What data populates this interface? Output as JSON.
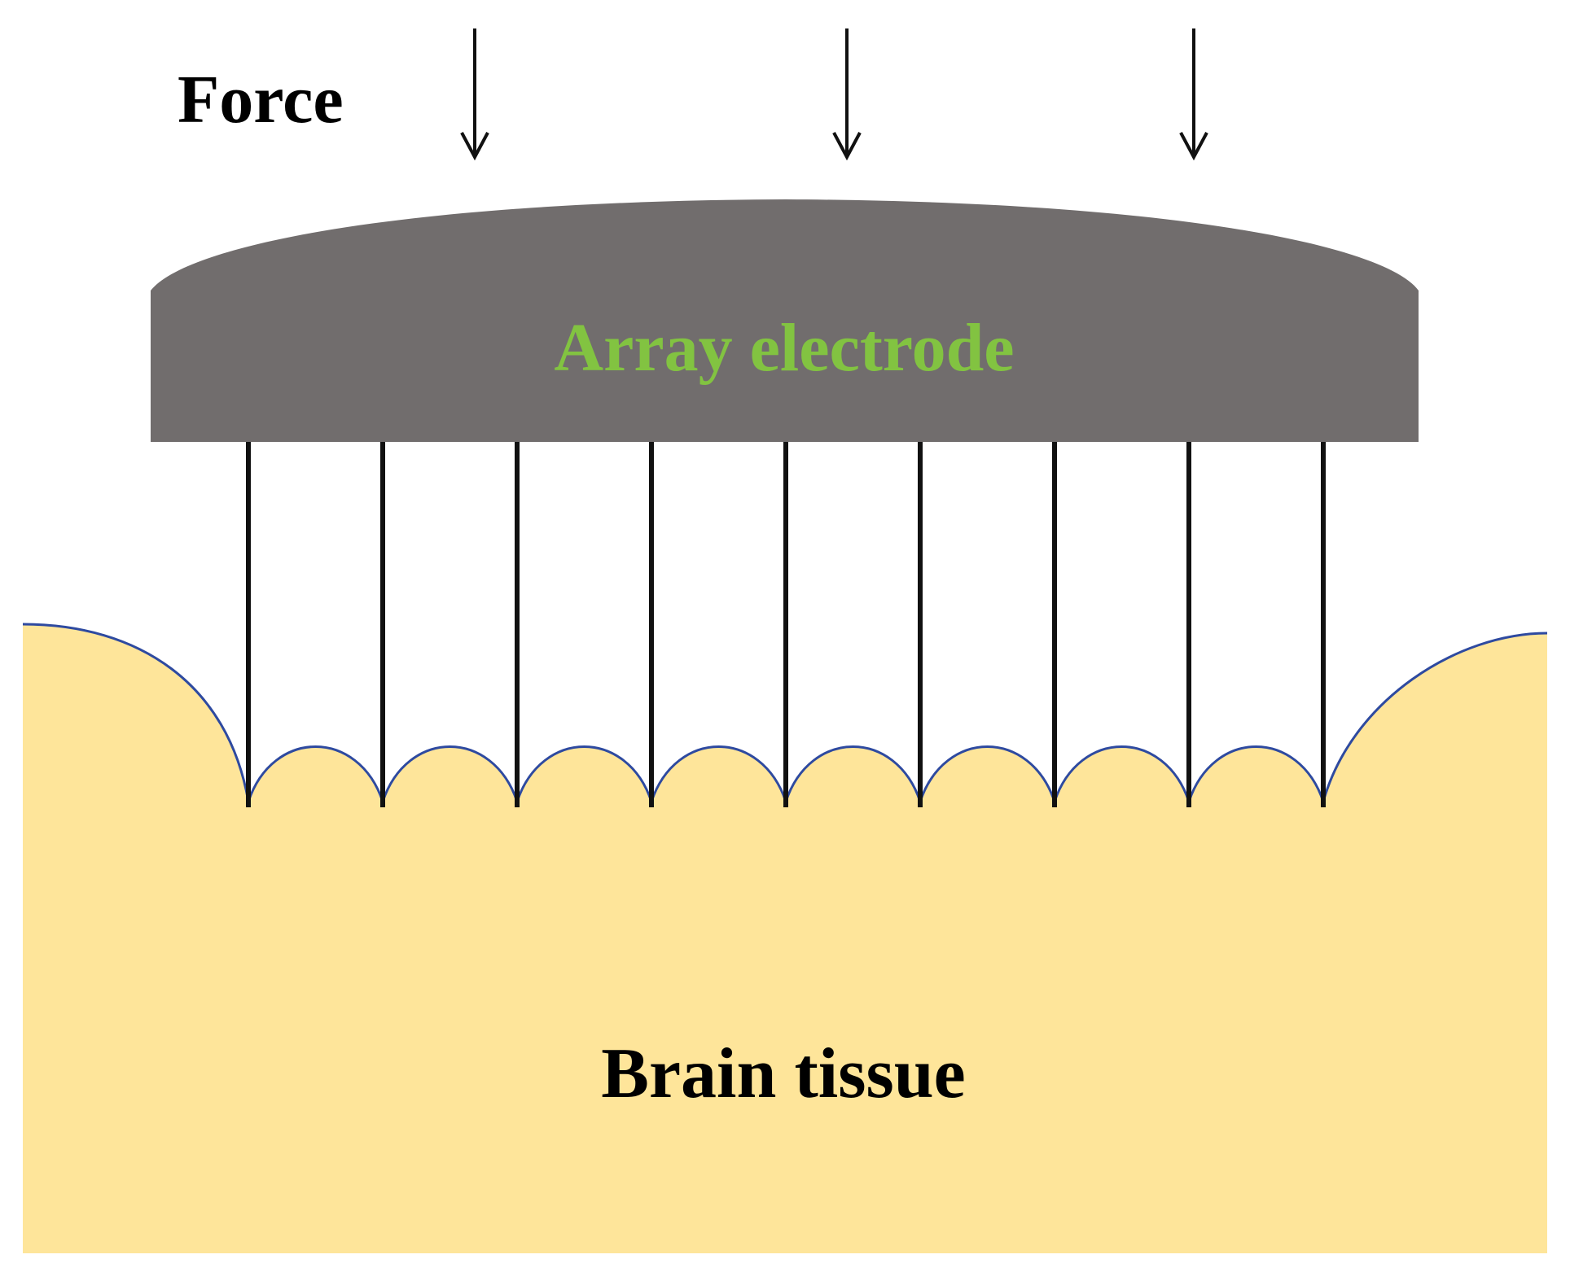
{
  "labels": {
    "force": "Force",
    "electrode": "Array electrode",
    "tissue": "Brain tissue"
  },
  "colors": {
    "background": "#ffffff",
    "electrode_body": "#716d6d",
    "electrode_label": "#82c341",
    "tissue_fill": "#fee59a",
    "tissue_outline": "#2e4aa0",
    "needle": "#111111",
    "arrow": "#111111",
    "text": "#000000"
  },
  "force_arrow_count": 3,
  "needle_count": 9
}
